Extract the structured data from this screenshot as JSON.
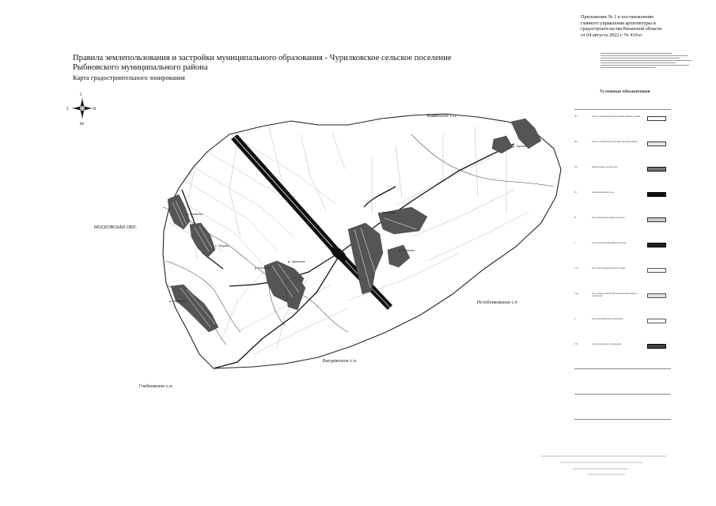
{
  "appendix": [
    "Приложение № 1 к постановлению",
    "главного управления архитектуры и",
    "градостроительства Рязанской области",
    "от 04 августа 2022 г. № 419-п"
  ],
  "title": {
    "line1": "Правила землепользования и застройки муниципального образования - Чурилковское сельское поселение",
    "line2": "Рыбновского муниципального района",
    "line3": "Карта градостроительного зонирования"
  },
  "north_arrow": {
    "n": "С",
    "s": "Ю",
    "e": "В",
    "w": "З"
  },
  "map": {
    "neighbors": {
      "vakino": "Вакинское с.п.",
      "moscow": "МОСКОВСКАЯ ОБЛ.",
      "istobnikovo": "Истобниковское с.п",
      "baturino": "Батуринское с.п.",
      "glebkovo": "Глебковское с.п."
    },
    "villages": {
      "v1": "д. Кременье",
      "v2": "с. Пущино",
      "v3": "д. Чурилково",
      "v4": "д. Листвянка",
      "v5": "д. Срезнево",
      "v6": "д. Борисовка",
      "v7": "д. Торчино",
      "v8": "д. Бортники"
    }
  },
  "legend": {
    "heading": "Условные обозначения",
    "items": [
      {
        "code": "Ж1",
        "label": "Зона застройки индивидуальными жилыми домами",
        "fill": "#ffffff",
        "stroke": "#333"
      },
      {
        "code": "Ж2",
        "label": "Зона застройки малоэтажными жилыми домами",
        "fill": "#e8e8e8",
        "stroke": "#333"
      },
      {
        "code": "ОД",
        "label": "Общественно-деловая зона",
        "fill": "#777777",
        "stroke": "#111"
      },
      {
        "code": "П1",
        "label": "Производственная зона",
        "fill": "#111111",
        "stroke": "#000"
      },
      {
        "code": "И",
        "label": "Зона инженерной инфраструктуры",
        "fill": "#cccccc",
        "stroke": "#333"
      },
      {
        "code": "Т",
        "label": "Зона транспортной инфраструктуры",
        "fill": "#222222",
        "stroke": "#000"
      },
      {
        "code": "СХ1",
        "label": "Зона сельскохозяйственных угодий",
        "fill": "#f6f6f6",
        "stroke": "#555"
      },
      {
        "code": "СХ2",
        "label": "Зона, занятая объектами сельскохозяйственного назначения",
        "fill": "#dddddd",
        "stroke": "#555"
      },
      {
        "code": "Р",
        "label": "Зона рекреационного назначения",
        "fill": "#ffffff",
        "stroke": "#555"
      },
      {
        "code": "СН",
        "label": "Зона специального назначения",
        "fill": "#444444",
        "stroke": "#000"
      }
    ]
  }
}
